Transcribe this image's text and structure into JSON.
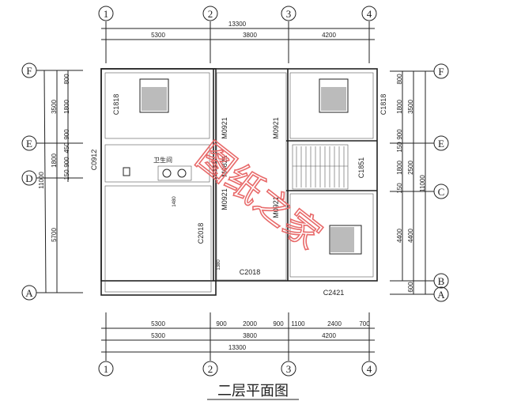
{
  "title": "二层平面图",
  "watermark": "图纸之家",
  "axes": {
    "top": [
      "1",
      "2",
      "3",
      "4"
    ],
    "bottom": [
      "1",
      "2",
      "3",
      "4"
    ],
    "left": [
      "F",
      "E",
      "D",
      "A"
    ],
    "right": [
      "F",
      "E",
      "C",
      "B",
      "A"
    ]
  },
  "top_dims": {
    "total": "13300",
    "spans": [
      "5300",
      "3800",
      "4200"
    ]
  },
  "bottom_dims": {
    "detail": [
      "5300",
      "900",
      "2000",
      "900",
      "1100",
      "2400",
      "700"
    ],
    "spans": [
      "5300",
      "3800",
      "4200"
    ],
    "total": "13300"
  },
  "left_dims": {
    "detail": [
      "800",
      "1800",
      "900",
      "450",
      "900",
      "150"
    ],
    "spans": [
      "3500",
      "1800",
      "5700"
    ],
    "total": "11000"
  },
  "right_dims": {
    "detail": [
      "800",
      "1800",
      "900",
      "150",
      "1800",
      "150",
      "4400"
    ],
    "spans": [
      "3500",
      "2500",
      "4400",
      "600"
    ],
    "total": "11000"
  },
  "labels": {
    "c1818_l": "C1818",
    "c1818_r": "C1818",
    "m0921_a": "M0921",
    "m0921_b": "M0921",
    "m0921_c": "M0921",
    "m0921_d": "M0921",
    "m0821": "M0821",
    "c0912": "C0912",
    "c1851": "C1851",
    "c2018_a": "C2018",
    "c2018_b": "C2018",
    "c2421": "C2421",
    "bath": "卫生间",
    "d1480": "1480",
    "d1380": "1380"
  }
}
